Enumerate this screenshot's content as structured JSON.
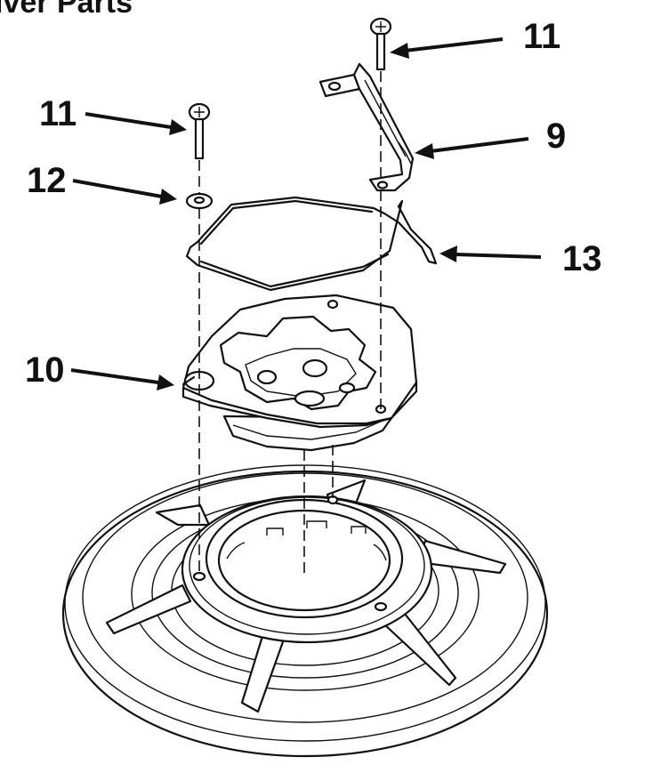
{
  "title": "iver Parts",
  "callouts": [
    {
      "id": "c11a",
      "label": "11"
    },
    {
      "id": "c11b",
      "label": "11"
    },
    {
      "id": "c12",
      "label": "12"
    },
    {
      "id": "c9",
      "label": "9"
    },
    {
      "id": "c13",
      "label": "13"
    },
    {
      "id": "c10",
      "label": "10"
    }
  ],
  "colors": {
    "ink": "#111111",
    "paper": "#ffffff"
  },
  "icons": [
    "screw-icon",
    "washer-icon",
    "bracket-icon",
    "spring-wire-icon",
    "rotor-hub-icon",
    "base-plate-icon"
  ]
}
